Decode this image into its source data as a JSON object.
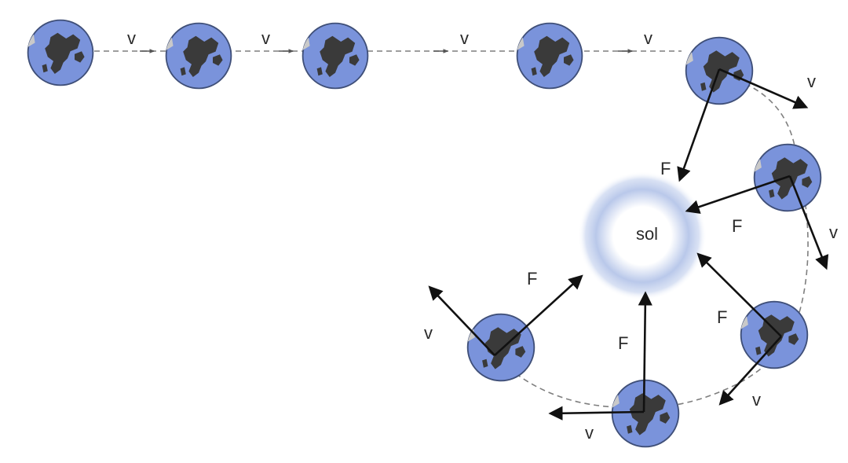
{
  "sun": {
    "label": "sol",
    "color": "#a9bce6"
  },
  "colors": {
    "ocean": "#7a93db",
    "land": "#3a3a3a",
    "rim": "#3f4f78",
    "arrow": "#111111",
    "path": "#666666"
  },
  "labels": {
    "velocity": "v",
    "force": "F"
  }
}
